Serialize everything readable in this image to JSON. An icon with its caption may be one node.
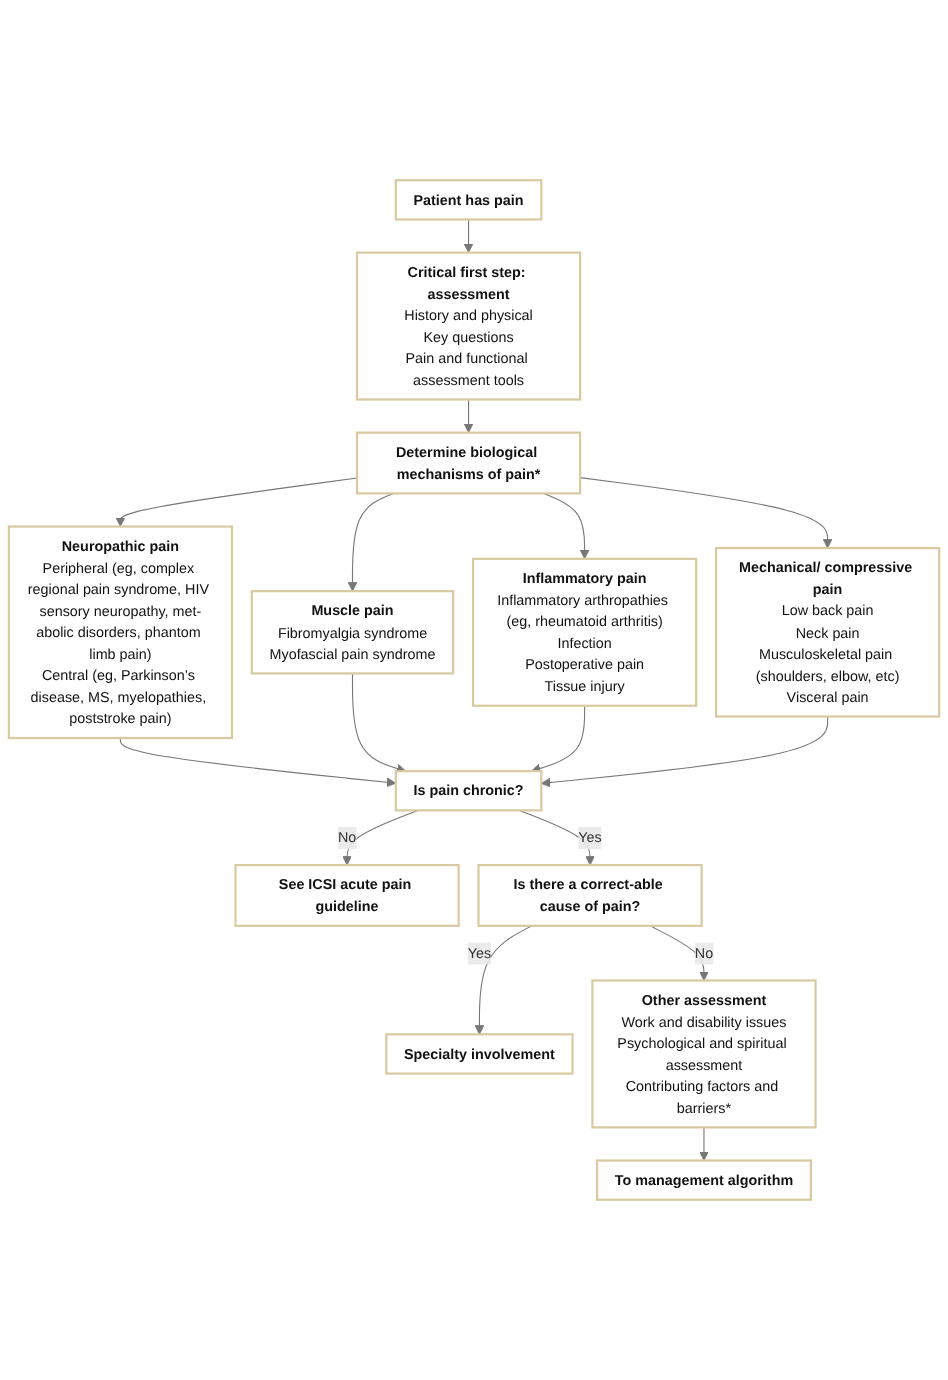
{
  "diagram": {
    "nodes": [
      {
        "text": [
          "Patient has pain"
        ]
      },
      {
        "text": [
          "Critical first step: assessment",
          "History and physical",
          "Key questions",
          "Pain and functional assessment tools"
        ]
      },
      {
        "text": [
          "Determine biological mechanisms of pain*"
        ]
      },
      {
        "text": [
          "Neuropathic pain",
          "Peripheral (eg, complex regional pain syndrome, HIV sensory neuropathy, met-abolic disorders, phantom limb pain)",
          "Central (eg, Parkinson’s disease, MS, myelopathies, poststroke pain)"
        ]
      },
      {
        "text": [
          "Muscle pain",
          "Fibromyalgia syndrome",
          "Myofascial pain syndrome"
        ]
      },
      {
        "text": [
          "Inflammatory pain",
          "Inflammatory arthropathies (eg, rheumatoid arthritis)",
          "Infection",
          "Postoperative pain",
          "Tissue injury"
        ]
      },
      {
        "text": [
          "Mechanical/ compressive pain",
          "Low back pain",
          "Neck pain",
          "Musculoskeletal pain (shoulders, elbow, etc)",
          "Visceral pain"
        ]
      },
      {
        "text": [
          "Is pain chronic?"
        ]
      },
      {
        "text": [
          "See ICSI acute pain guideline"
        ]
      },
      {
        "text": [
          "Is there a correct-able cause of pain?"
        ]
      },
      {
        "text": [
          "Specialty involvement"
        ]
      },
      {
        "text": [
          "Other assessment",
          "Work and disability issues",
          "Psychological and spiritual assessment",
          "Contributing factors and barriers*"
        ]
      },
      {
        "text": [
          "To management algorithm"
        ]
      }
    ],
    "edges": [
      {
        "from": 0,
        "to": 1,
        "arrow": "to"
      },
      {
        "from": 1,
        "to": 2,
        "arrow": "to"
      },
      {
        "from": 2,
        "to": 3,
        "arrow": "to"
      },
      {
        "from": 2,
        "to": 4,
        "arrow": "to"
      },
      {
        "from": 2,
        "to": 5,
        "arrow": "to"
      },
      {
        "from": 2,
        "to": 6,
        "arrow": "to"
      },
      {
        "from": 3,
        "to": 7,
        "arrow": "to"
      },
      {
        "from": 4,
        "to": 7,
        "arrow": "to"
      },
      {
        "from": 5,
        "to": 7,
        "arrow": "to"
      },
      {
        "from": 6,
        "to": 7,
        "arrow": "to"
      },
      {
        "from": 7,
        "to": 8,
        "label": "No",
        "arrow": "to"
      },
      {
        "from": 7,
        "to": 9,
        "label": "Yes",
        "arrow": "to"
      },
      {
        "from": 9,
        "to": 10,
        "label": "Yes",
        "arrow": "to"
      },
      {
        "from": 9,
        "to": 11,
        "label": "No",
        "arrow": "to"
      },
      {
        "from": 11,
        "to": 12,
        "arrow": "to"
      }
    ]
  }
}
